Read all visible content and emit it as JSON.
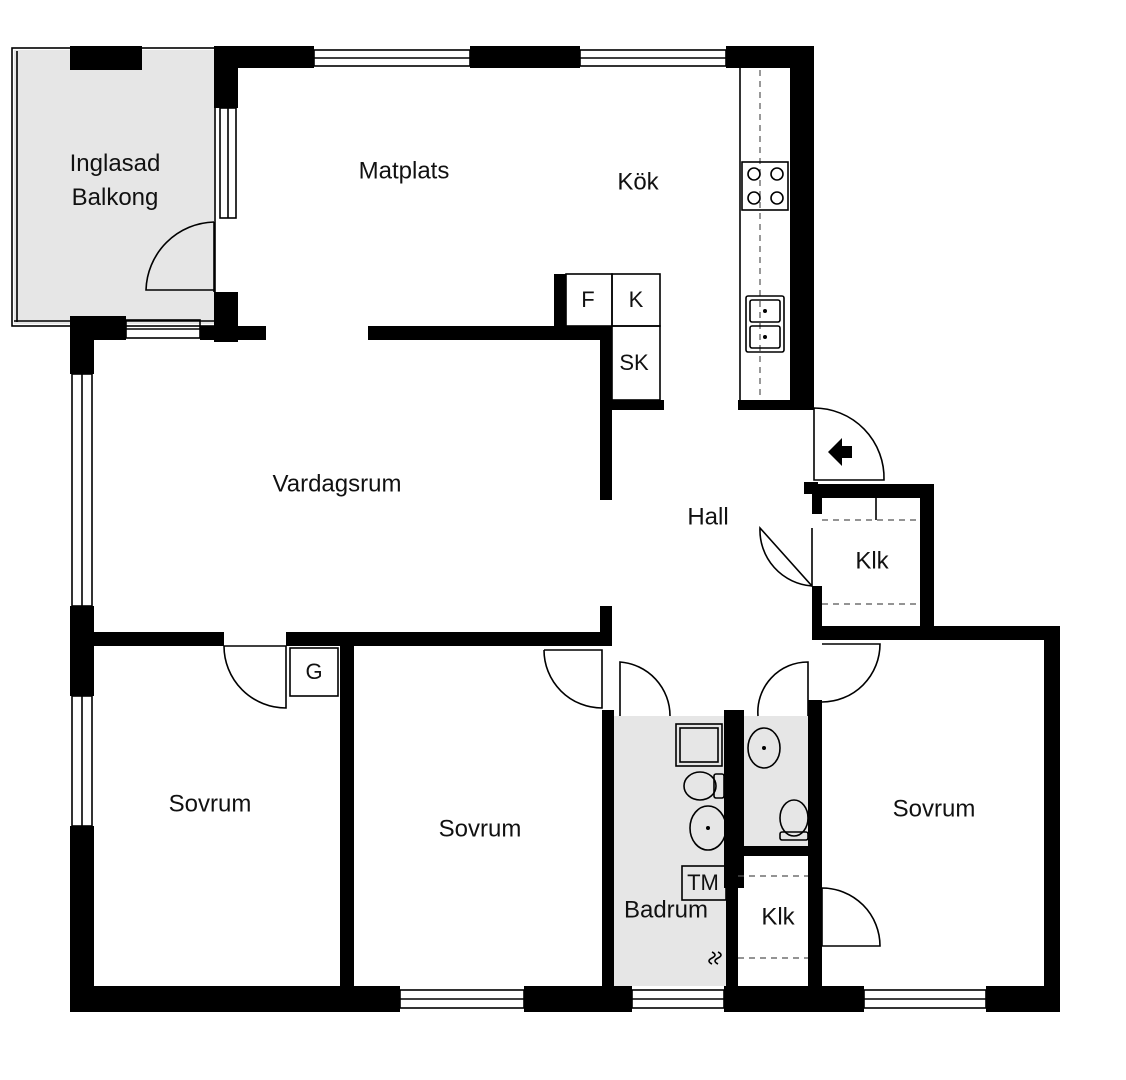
{
  "rooms": {
    "balcony": "Inglasad\nBalkong",
    "dining": "Matplats",
    "kitchen": "Kök",
    "living": "Vardagsrum",
    "hall": "Hall",
    "closet_hall": "Klk",
    "bedroom_left": "Sovrum",
    "bedroom_middle": "Sovrum",
    "bedroom_right": "Sovrum",
    "bathroom": "Badrum",
    "closet_bath": "Klk"
  },
  "fixtures": {
    "fridge": "F",
    "freezer": "K",
    "cabinet": "SK",
    "wardrobe": "G",
    "washer": "TM"
  },
  "colors": {
    "wall": "#000000",
    "wet_room_fill": "#e6e6e6",
    "balcony_fill": "#e6e6e6"
  }
}
